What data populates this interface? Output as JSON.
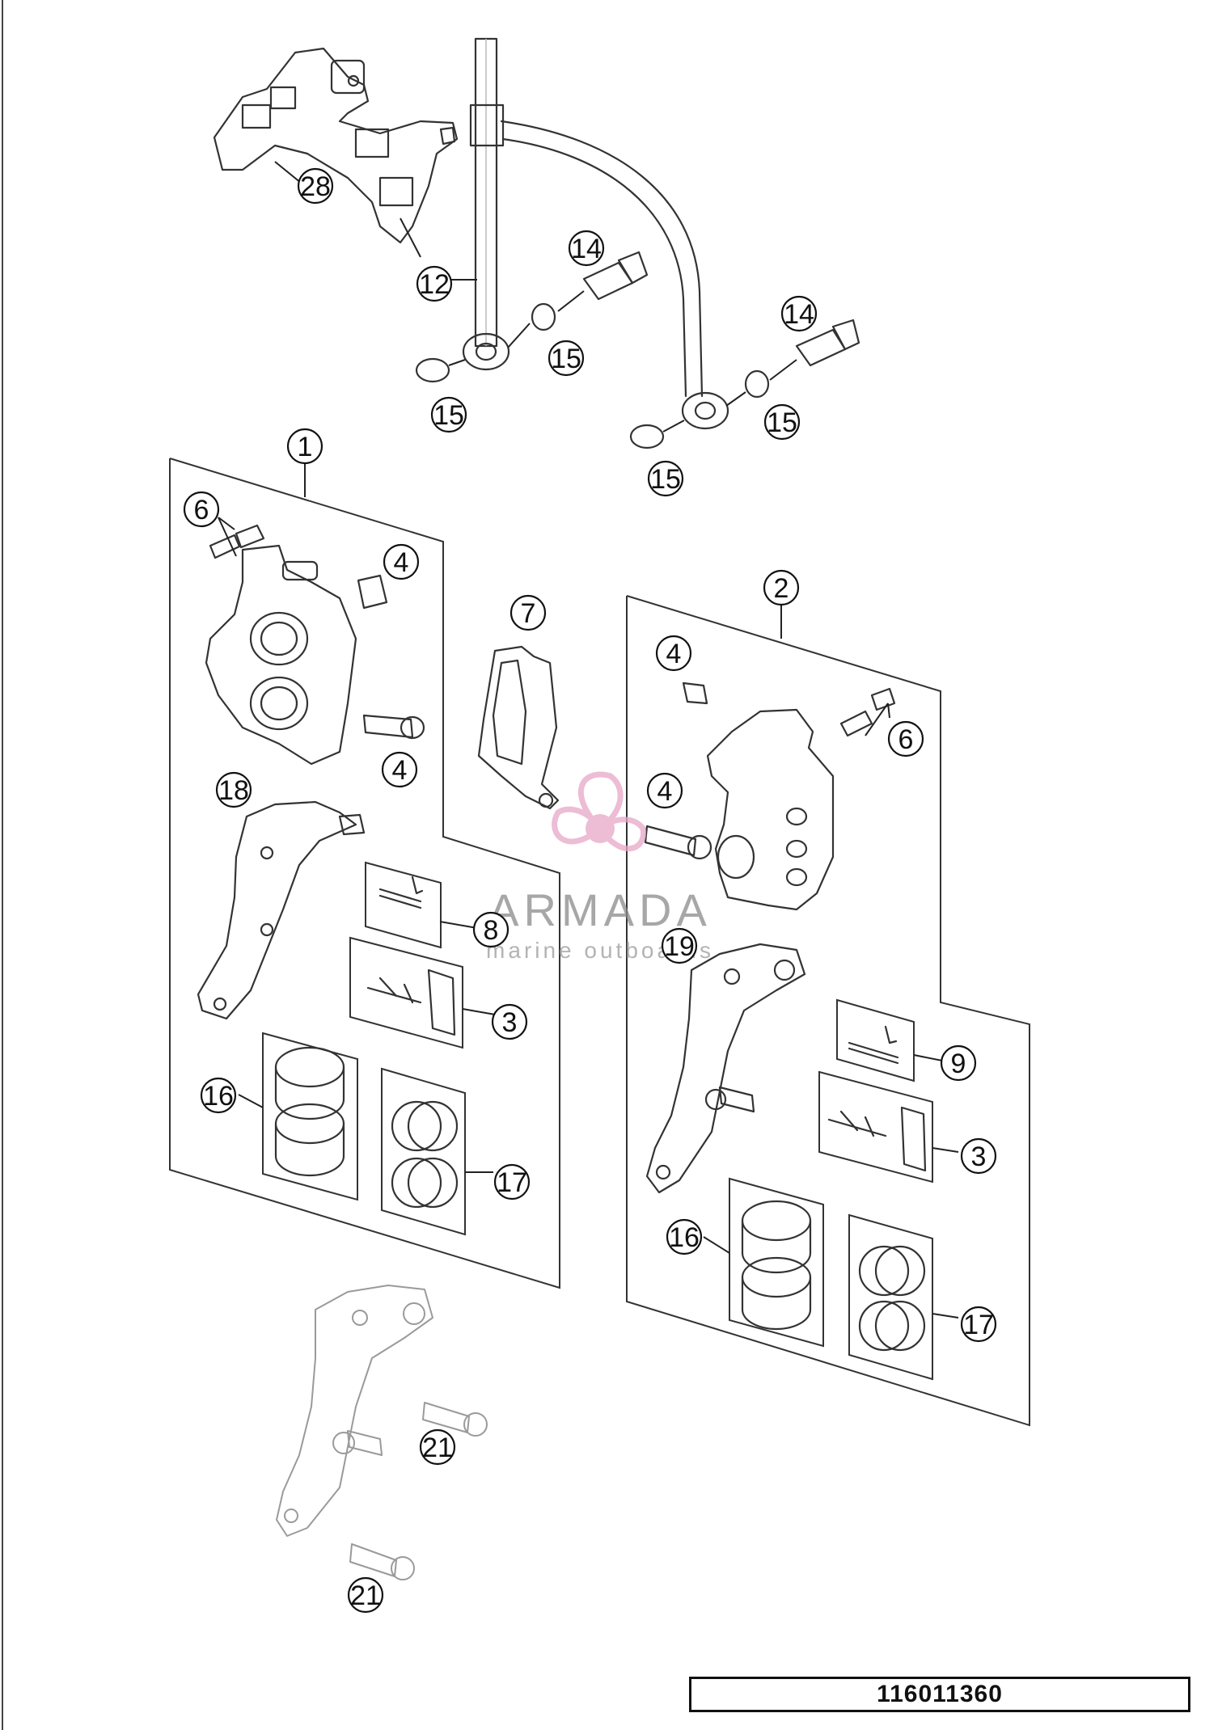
{
  "callouts": {
    "c28": "28",
    "c12": "12",
    "c14a": "14",
    "c14b": "14",
    "c15a": "15",
    "c15b": "15",
    "c15c": "15",
    "c15d": "15",
    "c1": "1",
    "c2": "2",
    "c6a": "6",
    "c6b": "6",
    "c4a": "4",
    "c4b": "4",
    "c4c": "4",
    "c4d": "4",
    "c7": "7",
    "c18": "18",
    "c19": "19",
    "c8": "8",
    "c9": "9",
    "c3a": "3",
    "c3b": "3",
    "c16a": "16",
    "c16b": "16",
    "c17a": "17",
    "c17b": "17",
    "c21a": "21",
    "c21b": "21"
  },
  "watermark": {
    "brand": "ARMADA",
    "tagline": "marine outboards",
    "color": "#e8a6c8"
  },
  "reference_number": "116011360",
  "icons": {
    "watermark_logo": "propeller-icon"
  }
}
